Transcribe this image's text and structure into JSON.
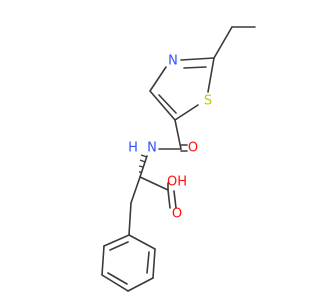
{
  "molecule": {
    "colors": {
      "bond": "#3a3a3a",
      "carbon": "#3a3a3a",
      "nitrogen": "#3050f8",
      "oxygen": "#ff0d0d",
      "sulfur": "#c8c800",
      "background": "#ffffff"
    },
    "atoms": [
      {
        "id": "ch3",
        "element": "C",
        "label": ""
      },
      {
        "id": "ch2",
        "element": "C",
        "label": ""
      },
      {
        "id": "c2",
        "element": "C",
        "label": ""
      },
      {
        "id": "n3",
        "element": "N",
        "label": "N"
      },
      {
        "id": "c4",
        "element": "C",
        "label": ""
      },
      {
        "id": "c5",
        "element": "C",
        "label": ""
      },
      {
        "id": "s1",
        "element": "S",
        "label": "S"
      },
      {
        "id": "camide",
        "element": "C",
        "label": ""
      },
      {
        "id": "oamide",
        "element": "O",
        "label": "O"
      },
      {
        "id": "namide",
        "element": "N",
        "label": "N"
      },
      {
        "id": "hamide",
        "element": "H",
        "label": "H"
      },
      {
        "id": "calpha",
        "element": "C",
        "label": ""
      },
      {
        "id": "cacid",
        "element": "C",
        "label": ""
      },
      {
        "id": "ooh",
        "element": "O",
        "label": "OH"
      },
      {
        "id": "oacid",
        "element": "O",
        "label": "O"
      },
      {
        "id": "cbeta",
        "element": "C",
        "label": ""
      },
      {
        "id": "ph1",
        "element": "C",
        "label": ""
      },
      {
        "id": "ph2",
        "element": "C",
        "label": ""
      },
      {
        "id": "ph3",
        "element": "C",
        "label": ""
      },
      {
        "id": "ph4",
        "element": "C",
        "label": ""
      },
      {
        "id": "ph5",
        "element": "C",
        "label": ""
      },
      {
        "id": "ph6",
        "element": "C",
        "label": ""
      }
    ],
    "bonds": [
      {
        "a": "ch3",
        "b": "ch2",
        "order": 1
      },
      {
        "a": "ch2",
        "b": "c2",
        "order": 1
      },
      {
        "a": "c2",
        "b": "n3",
        "order": 2
      },
      {
        "a": "n3",
        "b": "c4",
        "order": 1
      },
      {
        "a": "c4",
        "b": "c5",
        "order": 2
      },
      {
        "a": "c5",
        "b": "s1",
        "order": 1
      },
      {
        "a": "s1",
        "b": "c2",
        "order": 1
      },
      {
        "a": "c5",
        "b": "camide",
        "order": 1
      },
      {
        "a": "camide",
        "b": "oamide",
        "order": 2
      },
      {
        "a": "camide",
        "b": "namide",
        "order": 1
      },
      {
        "a": "namide",
        "b": "calpha",
        "order": 1
      },
      {
        "a": "calpha",
        "b": "cacid",
        "order": 1
      },
      {
        "a": "cacid",
        "b": "ooh",
        "order": 1
      },
      {
        "a": "cacid",
        "b": "oacid",
        "order": 2
      },
      {
        "a": "calpha",
        "b": "cbeta",
        "order": 1
      },
      {
        "a": "cbeta",
        "b": "ph1",
        "order": 1
      },
      {
        "a": "ph1",
        "b": "ph2",
        "order": 2
      },
      {
        "a": "ph2",
        "b": "ph3",
        "order": 1
      },
      {
        "a": "ph3",
        "b": "ph4",
        "order": 2
      },
      {
        "a": "ph4",
        "b": "ph5",
        "order": 1
      },
      {
        "a": "ph5",
        "b": "ph6",
        "order": 2
      },
      {
        "a": "ph6",
        "b": "ph1",
        "order": 1
      }
    ]
  }
}
